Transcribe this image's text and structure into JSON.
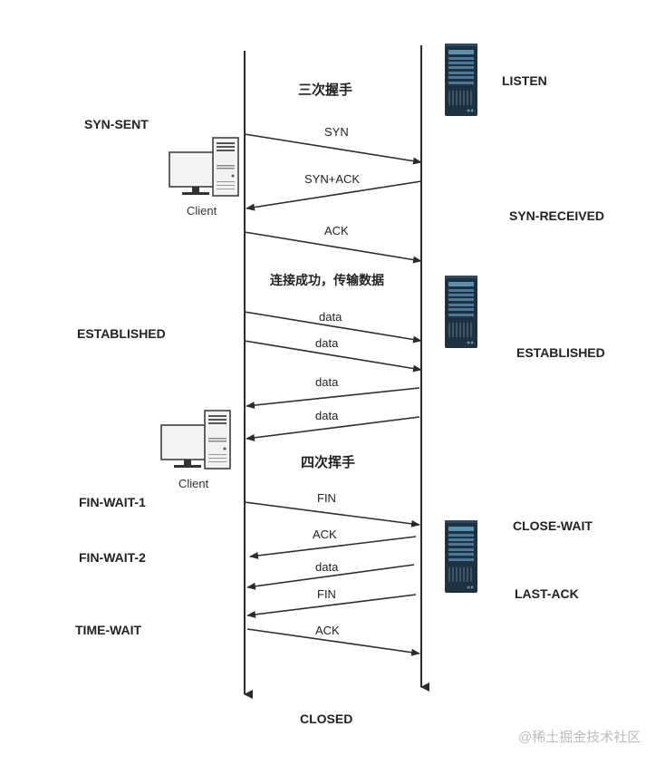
{
  "sections": {
    "handshake": "三次握手",
    "transfer": "连接成功，传输数据",
    "teardown": "四次挥手"
  },
  "client_states": [
    "SYN-SENT",
    "ESTABLISHED",
    "FIN-WAIT-1",
    "FIN-WAIT-2",
    "TIME-WAIT"
  ],
  "server_states": [
    "LISTEN",
    "SYN-RECEIVED",
    "ESTABLISHED",
    "CLOSE-WAIT",
    "LAST-ACK"
  ],
  "final_state": "CLOSED",
  "client_caption": "Client",
  "messages": [
    {
      "label": "SYN",
      "direction": "to-server"
    },
    {
      "label": "SYN+ACK",
      "direction": "to-client"
    },
    {
      "label": "ACK",
      "direction": "to-server"
    },
    {
      "label": "data",
      "direction": "to-server"
    },
    {
      "label": "data",
      "direction": "to-server"
    },
    {
      "label": "data",
      "direction": "to-client"
    },
    {
      "label": "data",
      "direction": "to-client"
    },
    {
      "label": "FIN",
      "direction": "to-server"
    },
    {
      "label": "ACK",
      "direction": "to-client"
    },
    {
      "label": "data",
      "direction": "to-client"
    },
    {
      "label": "FIN",
      "direction": "to-client"
    },
    {
      "label": "ACK",
      "direction": "to-server"
    }
  ],
  "watermark": "@稀土掘金技术社区",
  "colors": {
    "line": "#2b2b2b",
    "server": "#1e3140",
    "server_accent": "#5b8fb0",
    "monitor": "#f2f2f2"
  }
}
